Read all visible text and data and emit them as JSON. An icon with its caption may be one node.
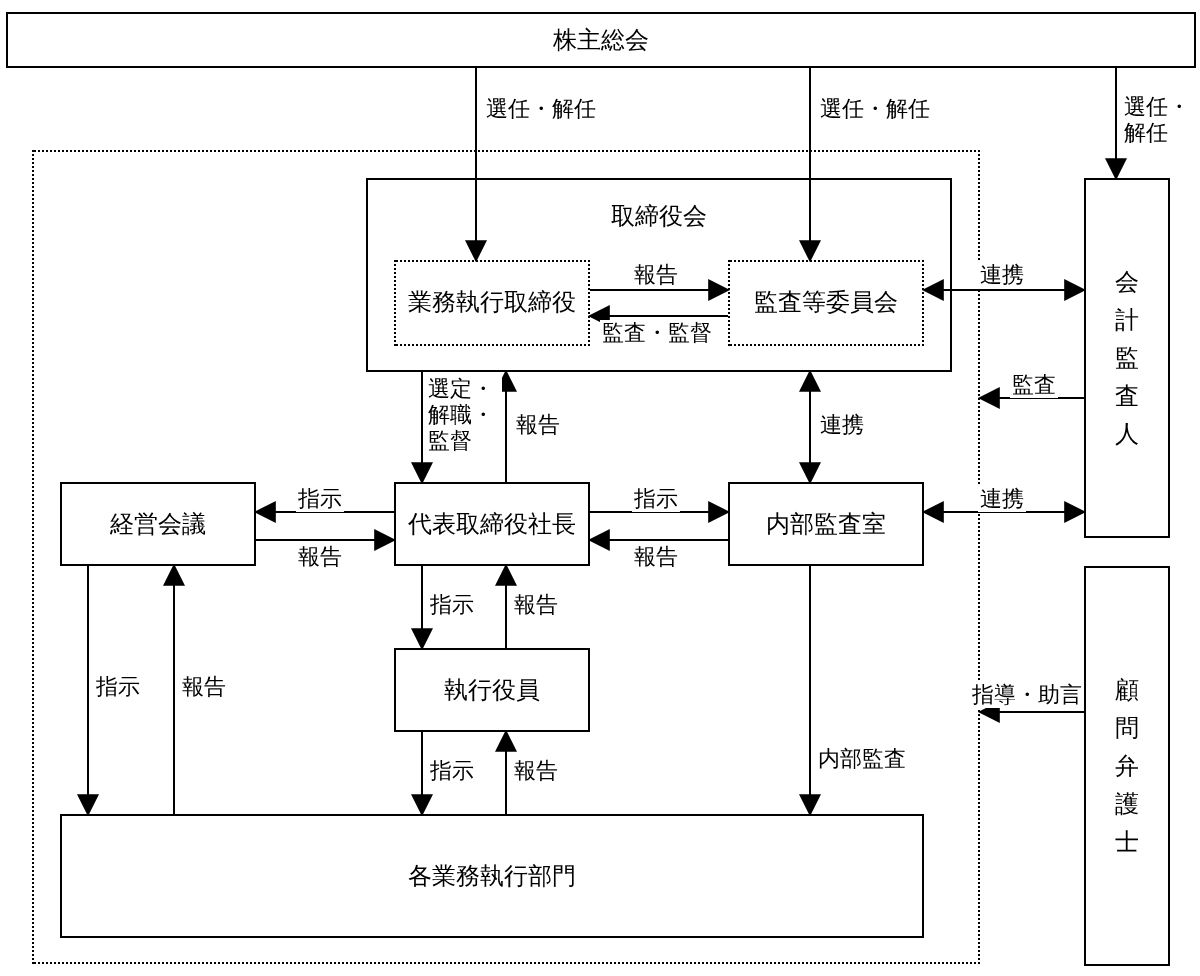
{
  "diagram": {
    "nodes": [
      {
        "text": [
          "株主総会"
        ]
      },
      {
        "text": [],
        "shape": "box"
      },
      {
        "text": [
          "取締役会"
        ],
        "in": 1
      },
      {
        "text": [
          "業務執行取締役"
        ],
        "in": 2
      },
      {
        "text": [
          "監査等委員会"
        ],
        "in": 2
      },
      {
        "text": [
          "経営会議"
        ],
        "in": 1
      },
      {
        "text": [
          "代表取締役社長"
        ],
        "in": 1
      },
      {
        "text": [
          "内部監査室"
        ],
        "in": 1
      },
      {
        "text": [
          "執行役員"
        ],
        "in": 1
      },
      {
        "text": [
          "各業務執行部門"
        ],
        "in": 1
      },
      {
        "text": [
          "会計監査人"
        ]
      },
      {
        "text": [
          "顧問弁護士"
        ]
      }
    ],
    "edges": [
      {
        "from": 0,
        "to": 3,
        "arrow": "to",
        "label": "選任・解任"
      },
      {
        "from": 0,
        "to": 4,
        "arrow": "to",
        "label": "選任・解任"
      },
      {
        "from": 0,
        "to": 10,
        "arrow": "to",
        "label": "選任・解任"
      },
      {
        "from": 3,
        "to": 4,
        "arrow": "to",
        "label": "報告"
      },
      {
        "from": 4,
        "to": 3,
        "arrow": "to",
        "label": "監査・監督"
      },
      {
        "from": 4,
        "to": 10,
        "arrow": "both",
        "label": "連携"
      },
      {
        "from": 10,
        "to": 1,
        "arrow": "to",
        "label": "監査"
      },
      {
        "from": 2,
        "to": 6,
        "arrow": "to",
        "label": "選定・解職・監督"
      },
      {
        "from": 6,
        "to": 2,
        "arrow": "to",
        "label": "報告"
      },
      {
        "from": 2,
        "to": 7,
        "arrow": "both",
        "label": "連携"
      },
      {
        "from": 6,
        "to": 5,
        "arrow": "to",
        "label": "指示"
      },
      {
        "from": 5,
        "to": 6,
        "arrow": "to",
        "label": "報告"
      },
      {
        "from": 6,
        "to": 7,
        "arrow": "to",
        "label": "指示"
      },
      {
        "from": 7,
        "to": 6,
        "arrow": "to",
        "label": "報告"
      },
      {
        "from": 7,
        "to": 10,
        "arrow": "both",
        "label": "連携"
      },
      {
        "from": 6,
        "to": 8,
        "arrow": "to",
        "label": "指示"
      },
      {
        "from": 8,
        "to": 6,
        "arrow": "to",
        "label": "報告"
      },
      {
        "from": 5,
        "to": 9,
        "arrow": "to",
        "label": "指示"
      },
      {
        "from": 9,
        "to": 5,
        "arrow": "to",
        "label": "報告"
      },
      {
        "from": 8,
        "to": 9,
        "arrow": "to",
        "label": "指示"
      },
      {
        "from": 9,
        "to": 8,
        "arrow": "to",
        "label": "報告"
      },
      {
        "from": 7,
        "to": 9,
        "arrow": "to",
        "label": "内部監査"
      },
      {
        "from": 11,
        "to": 1,
        "arrow": "to",
        "label": "指導・助言"
      }
    ]
  }
}
